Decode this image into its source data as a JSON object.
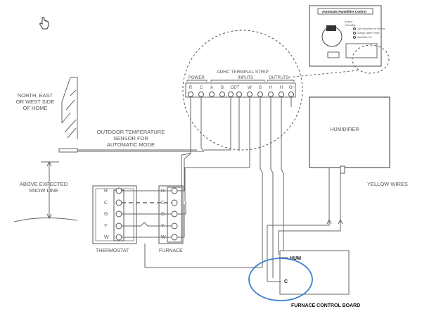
{
  "labels": {
    "location": [
      "NORTH, EAST",
      "OR WEST SIDE",
      "OF HOME"
    ],
    "sensor": [
      "OUTDOOR TEMPERATURE",
      "SENSOR FOR",
      "AUTOMATIC MODE"
    ],
    "snow": [
      "ABOVE EXPECTED",
      "SNOW LINE"
    ],
    "adhc_title": "ADHC TERMINAL STRIP",
    "power": "POWER",
    "inputs": "INPUTS",
    "outputs": "OUTPUTS",
    "strip_terms": [
      "R",
      "C",
      "A",
      "B",
      "ODT",
      "W",
      "G",
      "H",
      "H",
      "GI"
    ],
    "humidifier": "HUMIDIFIER",
    "yellow_wires": "YELLOW WIRES",
    "thermostat": "THERMOSTAT",
    "furnace": "FURNACE",
    "tstat_terms": [
      "R",
      "C",
      "G",
      "Y",
      "W"
    ],
    "furnace_terms": [
      "R",
      "C",
      "G",
      "Y",
      "W"
    ],
    "hum": "HUM",
    "c": "C",
    "furnace_board": "FURNACE CONTROL BOARD"
  },
  "control_panel": {
    "title": "Automatic Humidifier Control",
    "options": [
      "Indoor",
      "Humidity",
      "Call Humidifier for Service",
      "Change Water Panel",
      "Humidifier On"
    ]
  },
  "colors": {
    "highlight": "#3a7fd0",
    "wire": "#666666"
  },
  "icons": [
    "hand-cursor-icon"
  ]
}
